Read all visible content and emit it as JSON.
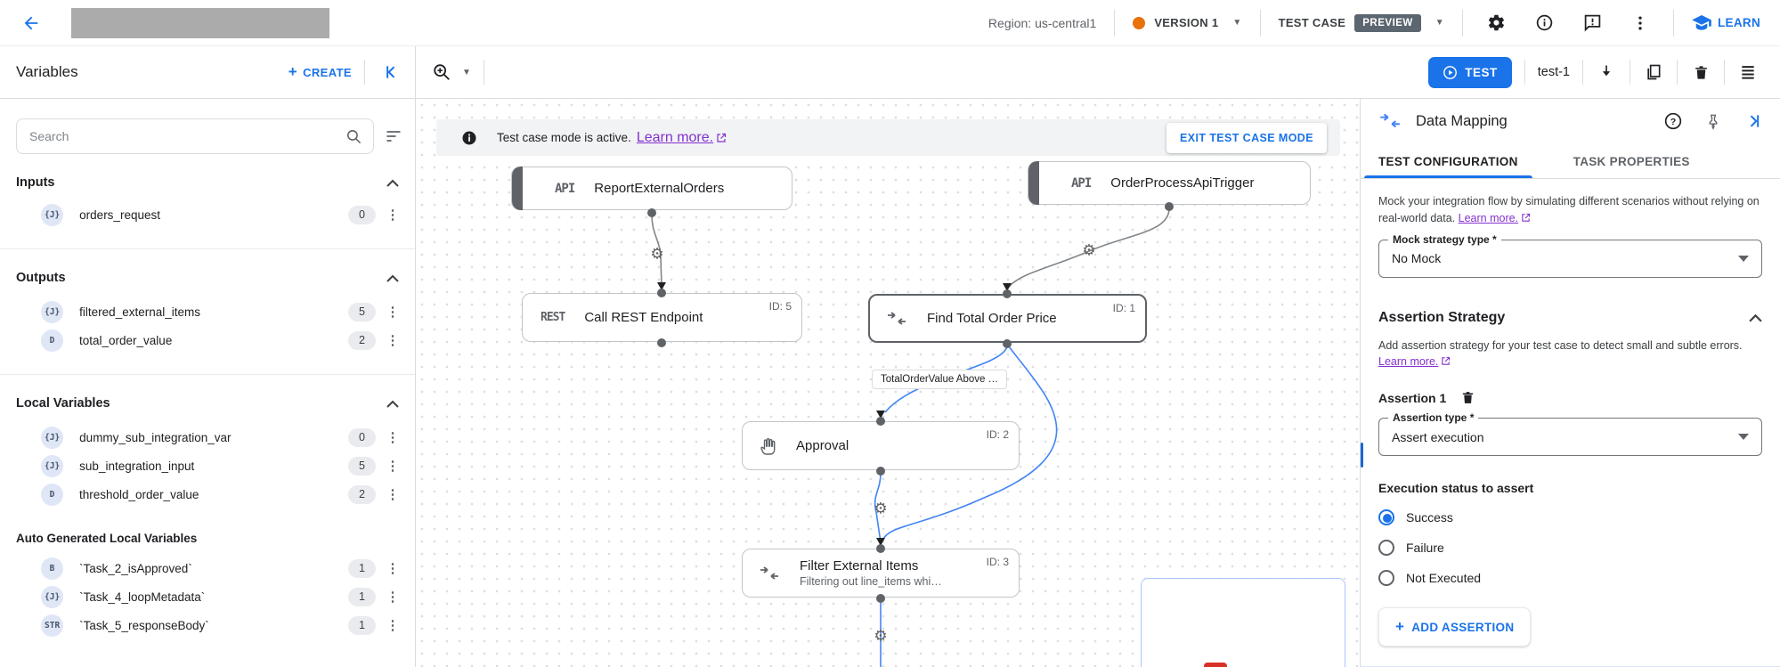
{
  "topbar": {
    "region": "Region: us-central1",
    "version": "VERSION 1",
    "test_case": "TEST CASE",
    "preview": "PREVIEW",
    "learn": "LEARN"
  },
  "toolbar": {
    "title": "Variables",
    "create": "CREATE",
    "test": "TEST",
    "test_name": "test-1"
  },
  "vars": {
    "search_placeholder": "Search",
    "inputs_title": "Inputs",
    "outputs_title": "Outputs",
    "locals_title": "Local Variables",
    "auto_title": "Auto Generated Local Variables",
    "rows": [
      {
        "type": "{J}",
        "name": "orders_request",
        "count": "0"
      },
      {
        "type": "{J}",
        "name": "filtered_external_items",
        "count": "5"
      },
      {
        "type": "D",
        "name": "total_order_value",
        "count": "2"
      },
      {
        "type": "{J}",
        "name": "dummy_sub_integration_var",
        "count": "0"
      },
      {
        "type": "{J}",
        "name": "sub_integration_input",
        "count": "5"
      },
      {
        "type": "D",
        "name": "threshold_order_value",
        "count": "2"
      },
      {
        "type": "B",
        "name": "`Task_2_isApproved`",
        "count": "1"
      },
      {
        "type": "{J}",
        "name": "`Task_4_loopMetadata`",
        "count": "1"
      },
      {
        "type": "STR",
        "name": "`Task_5_responseBody`",
        "count": "1"
      }
    ]
  },
  "canvas": {
    "banner_text": "Test case mode is active.",
    "banner_link": "Learn more.",
    "exit_button": "EXIT TEST CASE MODE",
    "edge_label": "TotalOrderValue Above …",
    "nodes": {
      "report": {
        "badge": "API",
        "title": "ReportExternalOrders"
      },
      "trigger": {
        "badge": "API",
        "title": "OrderProcessApiTrigger"
      },
      "rest": {
        "badge": "REST",
        "title": "Call REST Endpoint",
        "id": "ID: 5"
      },
      "find": {
        "title": "Find Total Order Price",
        "id": "ID: 1"
      },
      "approval": {
        "title": "Approval",
        "id": "ID: 2"
      },
      "filter": {
        "title": "Filter External Items",
        "subtitle": "Filtering out line_items whi…",
        "id": "ID: 3"
      }
    }
  },
  "panel": {
    "title": "Data Mapping",
    "tab_active": "TEST CONFIGURATION",
    "tab_inactive": "TASK PROPERTIES",
    "mock_text": "Mock your integration flow by simulating different scenarios without relying on real-world data.",
    "mock_link": "Learn more.",
    "mock_label": "Mock strategy type *",
    "mock_value": "No Mock",
    "assert_title": "Assertion Strategy",
    "assert_text": "Add assertion strategy for your test case to detect small and subtle errors.",
    "assert_link": "Learn more.",
    "assertion_name": "Assertion 1",
    "type_label": "Assertion type *",
    "type_value": "Assert execution",
    "status_label": "Execution status to assert",
    "radios": {
      "success": "Success",
      "failure": "Failure",
      "not_executed": "Not Executed"
    },
    "selected_status": "Success",
    "add_assertion": "ADD ASSERTION"
  },
  "colors": {
    "accent_blue": "#1a73e8",
    "version_dot": "#e8710a",
    "preview_badge_bg": "#5c6670",
    "link_purple": "#8430ce",
    "edge_blue": "#4285f4",
    "node_accent_gray": "#5f6368"
  }
}
